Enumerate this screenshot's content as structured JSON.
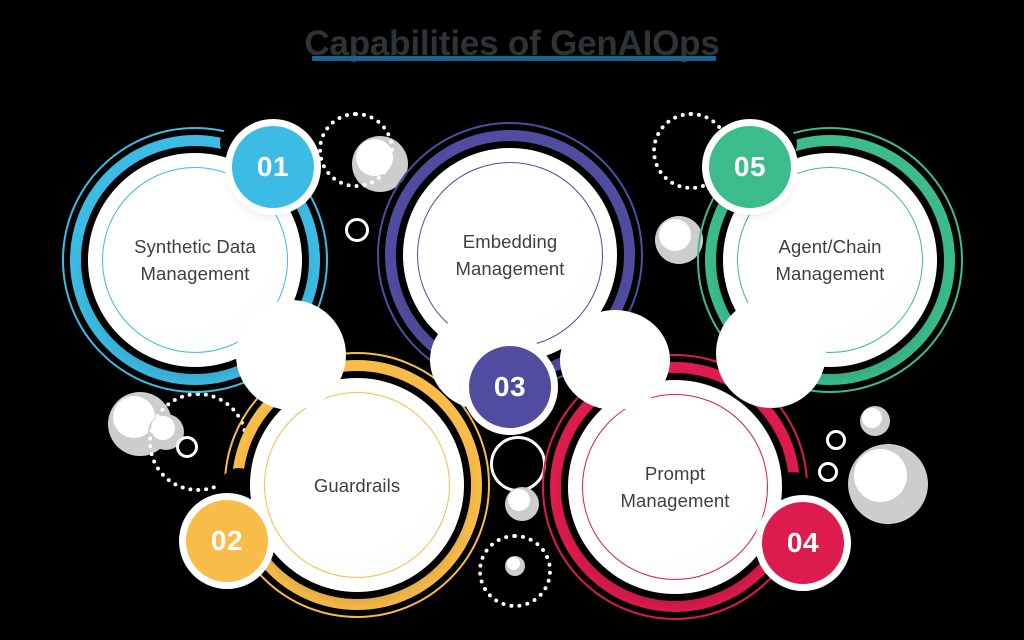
{
  "header": {
    "title": "Capabilities of GenAIOps",
    "underline_color": "#1a6390",
    "title_color": "#2e3337"
  },
  "nodes": [
    {
      "number": "01",
      "label": "Synthetic Data\nManagement",
      "color": "#3cbce4",
      "badge_position": "top-right"
    },
    {
      "number": "02",
      "label": "Guardrails",
      "color": "#f9bc49",
      "badge_position": "left"
    },
    {
      "number": "03",
      "label": "Embedding\nManagement",
      "color": "#514c9f",
      "badge_position": "bottom"
    },
    {
      "number": "04",
      "label": "Prompt\nManagement",
      "color": "#dd1b4c",
      "badge_position": "right"
    },
    {
      "number": "05",
      "label": "Agent/Chain\nManagement",
      "color": "#3cbc8d",
      "badge_position": "top-left"
    }
  ],
  "palette": {
    "background": "#000000",
    "disc": "#ffffff",
    "text": "#3b4044",
    "decoration_sphere": "#cdcdcd",
    "decoration_outline": "#ffffff"
  }
}
